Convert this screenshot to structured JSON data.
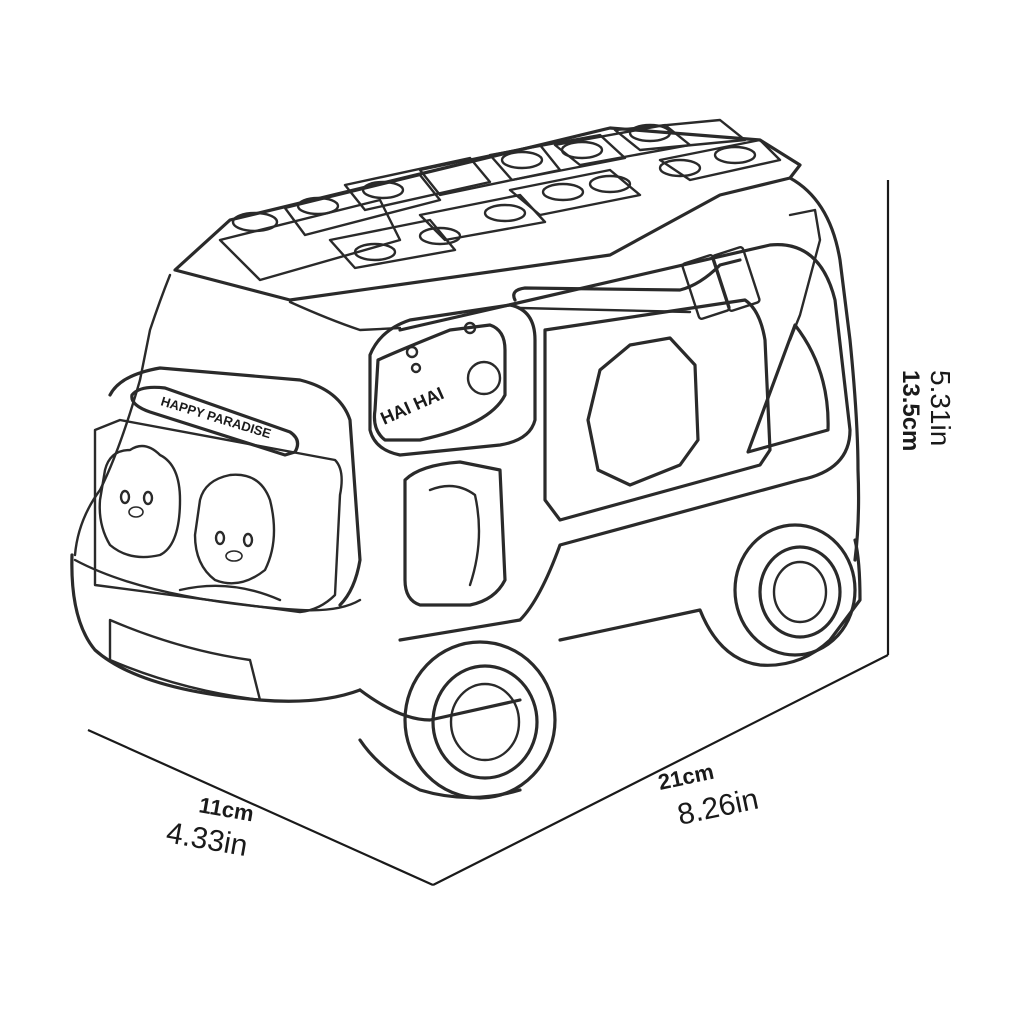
{
  "product": {
    "sign_text": "HAPPY PARADISE",
    "badge_text": "HAI HAI"
  },
  "dimensions": {
    "height": {
      "metric": "13.5cm",
      "imperial": "5.31in"
    },
    "length": {
      "metric": "21cm",
      "imperial": "8.26in"
    },
    "width": {
      "metric": "11cm",
      "imperial": "4.33in"
    }
  },
  "colors": {
    "ink": "#2a2a2a",
    "background": "#ffffff"
  }
}
